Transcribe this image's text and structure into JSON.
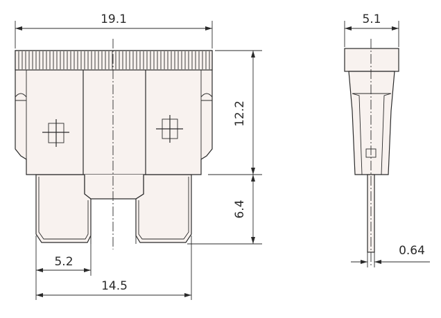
{
  "dimensions": {
    "width_total": "19.1",
    "body_height": "12.2",
    "blade_length": "6.4",
    "blade_width": "5.2",
    "blade_span": "14.5",
    "side_width": "5.1",
    "blade_thickness": "0.64"
  }
}
